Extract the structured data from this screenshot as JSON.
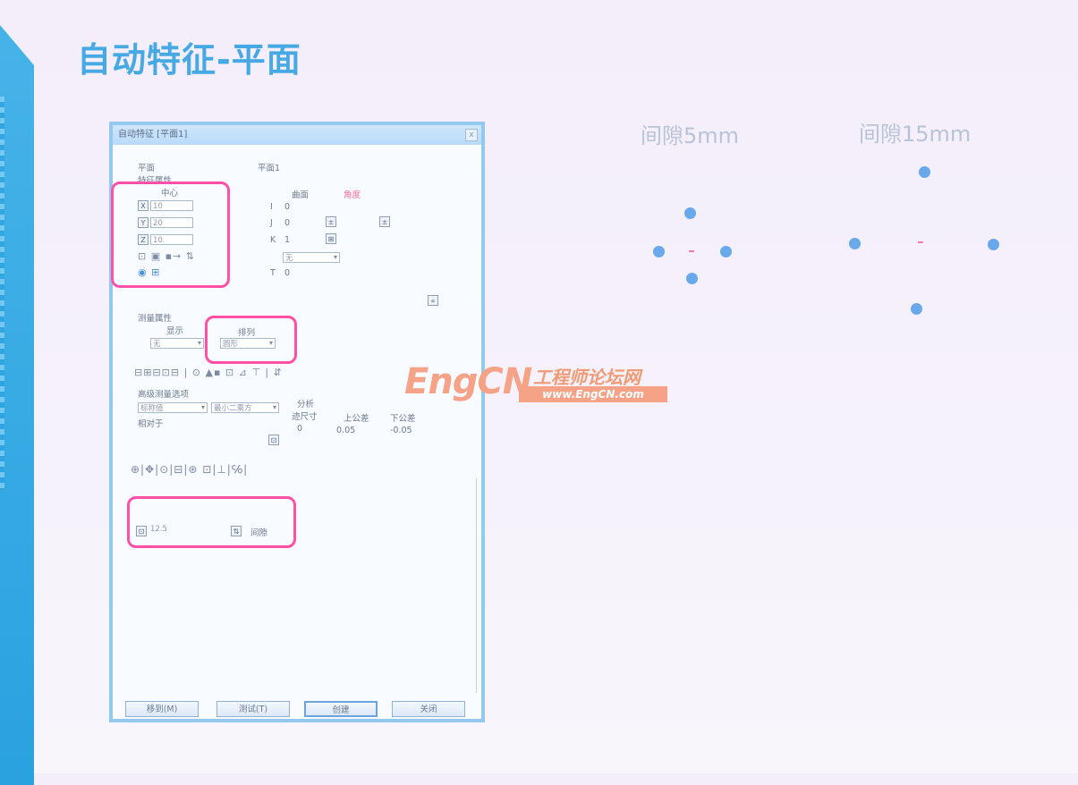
{
  "slide": {
    "title": "自动特征-平面"
  },
  "dialog": {
    "title": "自动特征 [平面1]",
    "close_label": "x",
    "feature_type": "平面",
    "feature_name": "平面1",
    "feature_position_label": "特征属性",
    "center_label": "中心",
    "center_x_label": "X",
    "center_x": "10",
    "center_y_label": "Y",
    "center_y": "20",
    "center_z_label": "Z",
    "center_z": "10",
    "surface_label": "曲面",
    "angle_label": "角度",
    "i_label": "I",
    "i_value": "0",
    "j_label": "J",
    "j_value": "0",
    "k_label": "K",
    "k_value": "1",
    "t_label": "T",
    "t_value": "0",
    "none_option": "无",
    "measure_props_label": "测量属性",
    "display_label": "显示",
    "display_value": "无",
    "arrange_label": "排列",
    "arrange_value": "圆形",
    "advanced_label": "高级测量选项",
    "nominal_combo": "标称值",
    "least_squares_combo": "最小二乘方",
    "relative_label": "相对于",
    "analysis_label": "分析",
    "size_label": "迹尺寸",
    "size_value": "0",
    "upper_tol_label": "上公差",
    "upper_tol_value": "0.05",
    "lower_tol_label": "下公差",
    "lower_tol_value": "-0.05",
    "gap_value": "12.5",
    "gap_unit_label": "间隙",
    "move_button": "移到(M)",
    "test_button": "测试(T)",
    "create_button": "创建",
    "close_button": "关闭"
  },
  "right_panel": {
    "gap_5_label": "间隙5mm",
    "gap_15_label": "间隙15mm"
  },
  "watermark": {
    "brand": "EngCN",
    "chinese": "工程师论坛网",
    "url": "www.EngCN.com"
  },
  "colors": {
    "accent_blue": "#47a9e3",
    "highlight_pink": "#ff4fa8",
    "point_blue": "#6aa8ec"
  }
}
